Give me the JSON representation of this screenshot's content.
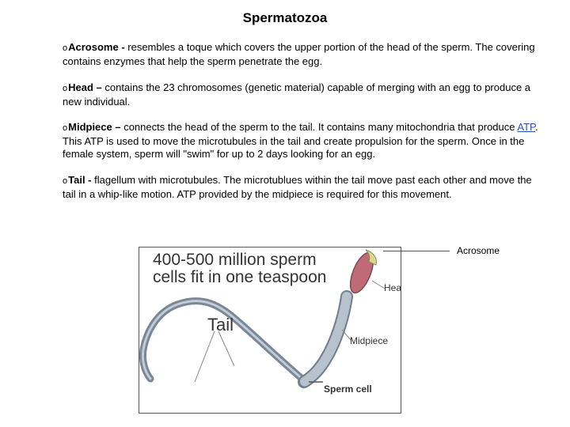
{
  "title": "Spermatozoa",
  "sections": [
    {
      "bullet": "o",
      "term": "Acrosome -",
      "text": " resembles a toque which covers the upper portion of the head of the sperm. The covering contains enzymes that help the sperm penetrate the egg."
    },
    {
      "bullet": "o",
      "term": "Head –",
      "text": " contains the 23 chromosomes (genetic material) capable of merging with an egg to produce a new individual."
    },
    {
      "bullet": "o",
      "term": "Midpiece –",
      "text_before": " connects the head of the sperm to the tail. It contains many mitochondria that produce ",
      "link": "ATP",
      "text_after": ". This ATP is used to move the microtubules in the tail and create propulsion for the sperm. Once in the female system, sperm will \"swim\" for up to 2 days looking for an egg."
    },
    {
      "bullet": "o",
      "term": "Tail -",
      "text": " flagellum with microtubules. The microtublues within the tail move past each other and move the tail in a whip-like motion. ATP provided by the midpiece is required for this movement."
    }
  ],
  "figure": {
    "heading_line1": "400-500 million sperm",
    "heading_line2": "cells fit in one teaspoon",
    "label_tail": "Tail",
    "label_head": "Head",
    "label_midpiece": "Midpiece",
    "label_sperm_cell": "Sperm cell",
    "label_acrosome": "Acrosome"
  },
  "colors": {
    "link": "#2b4fb8",
    "head": "#c06a78",
    "acrosome": "#d8d890",
    "midpiece": "#8a9aa8"
  }
}
